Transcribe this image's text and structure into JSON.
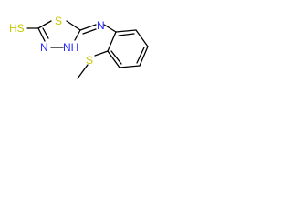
{
  "molecule": {
    "atoms": {
      "hs": {
        "label": "HS",
        "color": "#c8c800"
      },
      "ring_s": {
        "label": "S",
        "color": "#c8c800"
      },
      "ring_n": {
        "label": "N",
        "color": "#2a2aff"
      },
      "ring_nh": {
        "label": "NH",
        "color": "#2a2aff"
      },
      "exo_n": {
        "label": "N",
        "color": "#2a2aff"
      },
      "methyl_s": {
        "label": "S",
        "color": "#c8c800"
      }
    },
    "bond_color": "#000000",
    "background": "#ffffff"
  }
}
